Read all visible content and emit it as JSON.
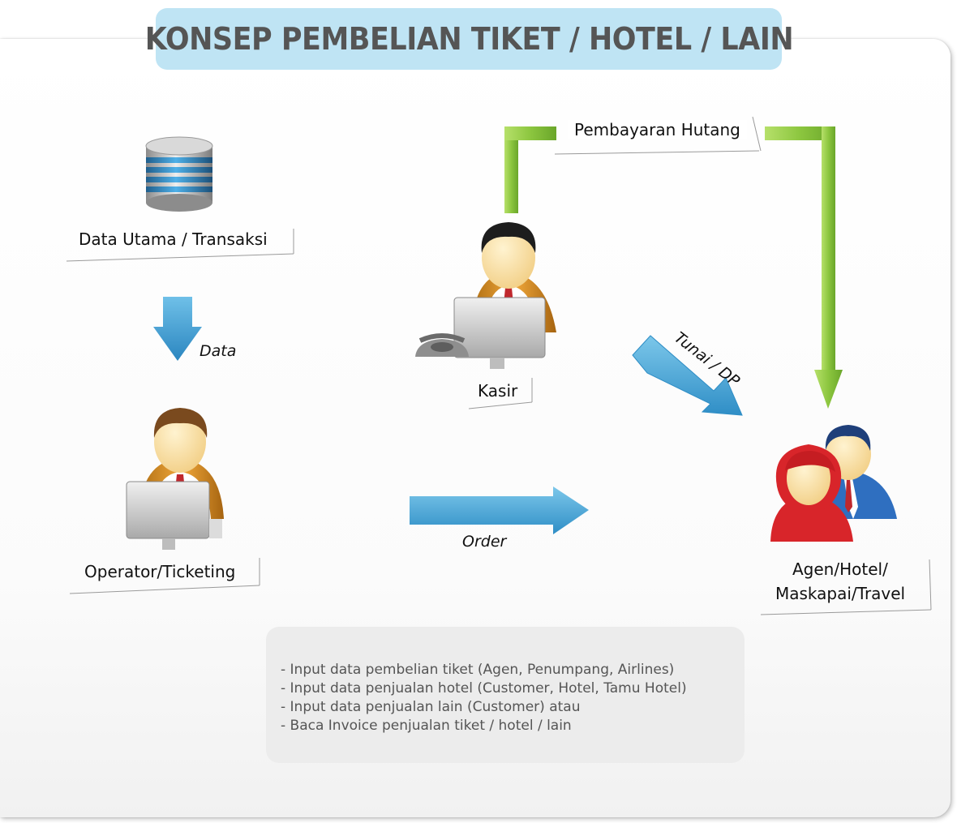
{
  "title": "KONSEP PEMBELIAN TIKET / HOTEL / LAIN",
  "nodes": {
    "database": "Data Utama / Transaksi",
    "operator": "Operator/Ticketing",
    "cashier": "Kasir",
    "partner_line1": "Agen/Hotel/",
    "partner_line2": "Maskapai/Travel"
  },
  "flows": {
    "data": "Data",
    "order": "Order",
    "cash": "Tunai / DP",
    "debt_payment": "Pembayaran Hutang"
  },
  "notes": [
    "- Input data pembelian tiket (Agen, Penumpang, Airlines)",
    "- Input data penjualan hotel (Customer, Hotel, Tamu Hotel)",
    "- Input data penjualan lain (Customer) atau",
    "- Baca Invoice penjualan tiket / hotel / lain"
  ],
  "colors": {
    "title_bg": "#bfe4f4",
    "blue_arrow": "#3d9dd0",
    "green_arrow": "#8cc63f",
    "notes_bg": "#ececec"
  }
}
